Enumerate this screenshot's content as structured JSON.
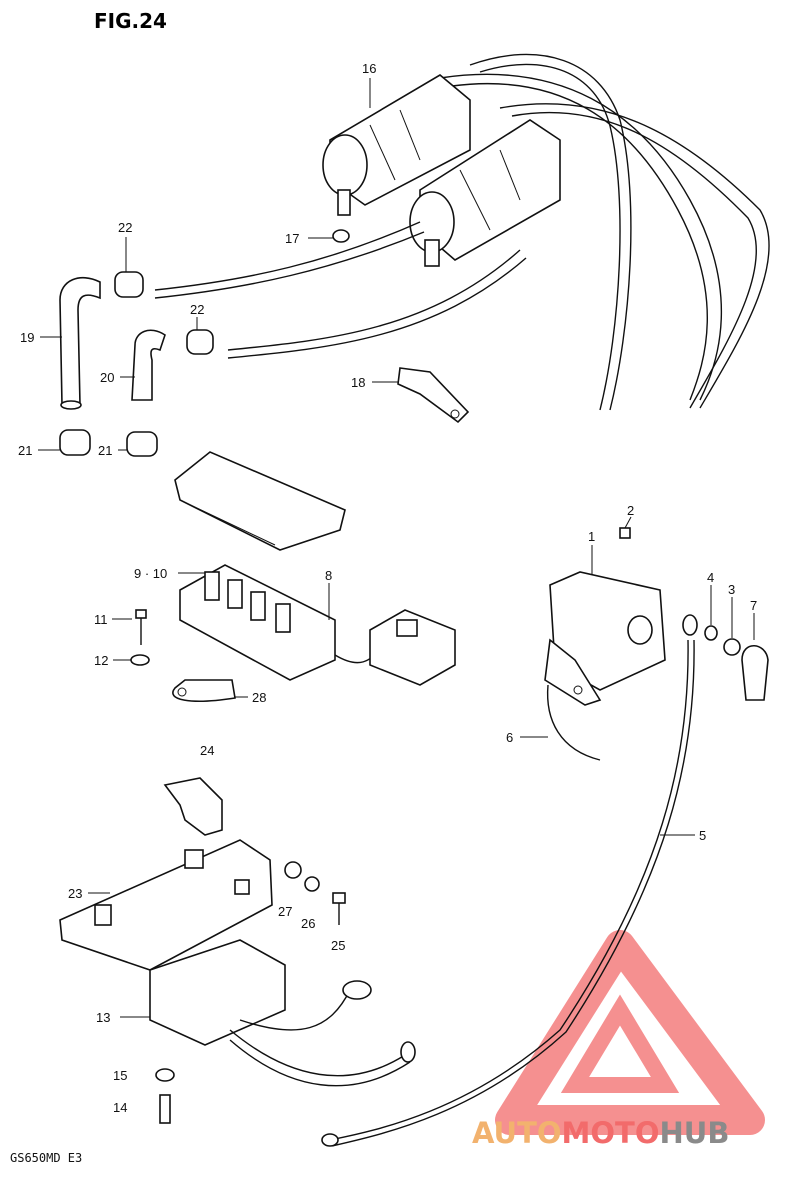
{
  "figure": {
    "title": "FIG.24",
    "model": "GS650MD  E3"
  },
  "callouts": [
    {
      "id": "c16",
      "text": "16"
    },
    {
      "id": "c17",
      "text": "17"
    },
    {
      "id": "c22a",
      "text": "22"
    },
    {
      "id": "c22b",
      "text": "22"
    },
    {
      "id": "c19",
      "text": "19"
    },
    {
      "id": "c20",
      "text": "20"
    },
    {
      "id": "c18",
      "text": "18"
    },
    {
      "id": "c21a",
      "text": "21"
    },
    {
      "id": "c21b",
      "text": "21"
    },
    {
      "id": "c910",
      "text": "9 · 10"
    },
    {
      "id": "c8",
      "text": "8"
    },
    {
      "id": "c11",
      "text": "11"
    },
    {
      "id": "c12",
      "text": "12"
    },
    {
      "id": "c28",
      "text": "28"
    },
    {
      "id": "c1",
      "text": "1"
    },
    {
      "id": "c2",
      "text": "2"
    },
    {
      "id": "c4",
      "text": "4"
    },
    {
      "id": "c3",
      "text": "3"
    },
    {
      "id": "c7",
      "text": "7"
    },
    {
      "id": "c6",
      "text": "6"
    },
    {
      "id": "c5",
      "text": "5"
    },
    {
      "id": "c24",
      "text": "24"
    },
    {
      "id": "c23",
      "text": "23"
    },
    {
      "id": "c27",
      "text": "27"
    },
    {
      "id": "c26",
      "text": "26"
    },
    {
      "id": "c25",
      "text": "25"
    },
    {
      "id": "c13",
      "text": "13"
    },
    {
      "id": "c15",
      "text": "15"
    },
    {
      "id": "c14",
      "text": "14"
    }
  ],
  "watermark": {
    "part1": "AUTO",
    "part2": "MOTO",
    "part3": "HUB",
    "color_auto": "#f2b26e",
    "color_moto": "#f26b6b",
    "color_hub": "#8a8a8a"
  }
}
